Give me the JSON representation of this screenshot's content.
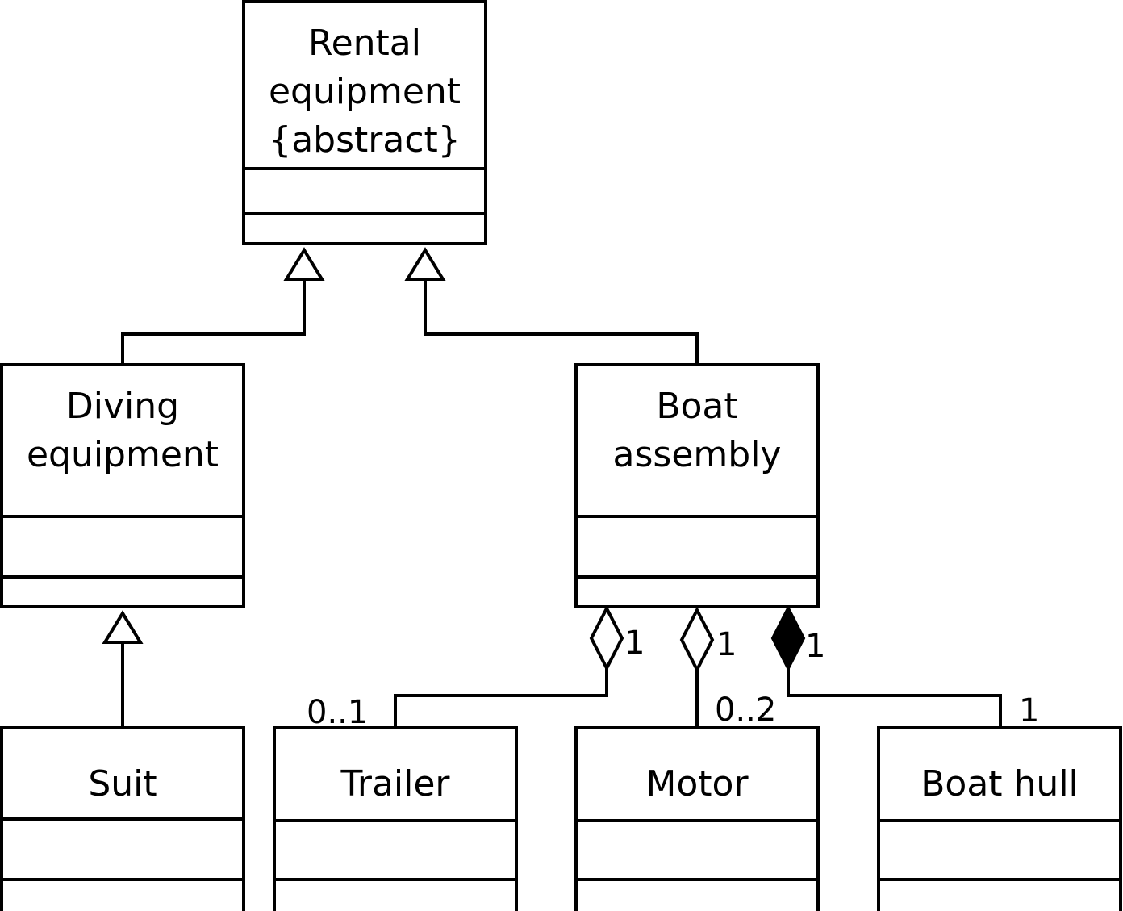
{
  "classes": {
    "rental_equipment": {
      "name_lines": [
        "Rental",
        "equipment",
        "{abstract}"
      ]
    },
    "diving_equipment": {
      "name_lines": [
        "Diving",
        "equipment"
      ]
    },
    "boat_assembly": {
      "name_lines": [
        "Boat",
        "assembly"
      ]
    },
    "suit": {
      "name_lines": [
        "Suit"
      ]
    },
    "trailer": {
      "name_lines": [
        "Trailer"
      ]
    },
    "motor": {
      "name_lines": [
        "Motor"
      ]
    },
    "boat_hull": {
      "name_lines": [
        "Boat hull"
      ]
    }
  },
  "multiplicities": {
    "trailer_whole": "1",
    "trailer_part": "0..1",
    "motor_whole": "1",
    "motor_part": "0..2",
    "hull_whole": "1",
    "hull_part": "1"
  }
}
